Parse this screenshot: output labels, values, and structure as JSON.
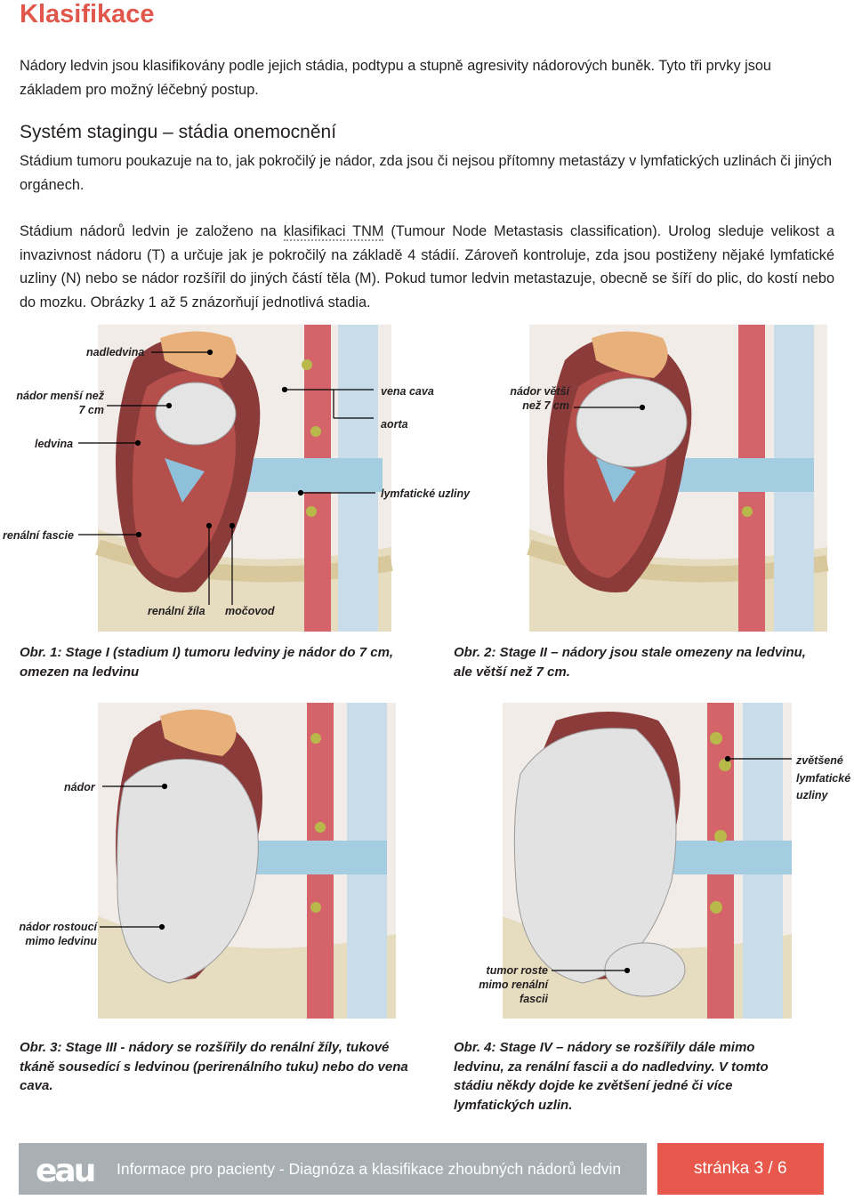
{
  "heading": "Klasifikace",
  "intro": "Nádory ledvin jsou klasifikovány podle jejich stádia, podtypu a stupně agresivity nádorových buněk. Tyto tři prvky jsou základem pro možný léčebný postup.",
  "staging": {
    "title": "Systém stagingu – stádia onemocnění",
    "para1": "Stádium tumoru poukazuje na to, jak pokročilý je nádor, zda jsou či nejsou přítomny metastázy v lymfatických uzlinách či jiných orgánech.",
    "para2_before": "Stádium nádorů ledvin je založeno na ",
    "para2_link": "klasifikaci TNM",
    "para2_after": " (Tumour Node Metastasis classification). Urolog sleduje velikost a invazivnost nádoru (T) a určuje jak je pokročilý na základě 4 stádií. Zároveň kontroluje, zda jsou postiženy nějaké lymfatické uzliny (N) nebo se nádor rozšířil do jiných částí těla (M). Pokud tumor ledvin metastazuje, obecně se šíří do plic, do kostí nebo do mozku. Obrázky 1 až 5 znázorňují jednotlivá stadia."
  },
  "figures": {
    "fig1": {
      "labels": {
        "adrenal": "nadledvina",
        "tumor_small_1": "nádor menší než",
        "tumor_small_2": "7 cm",
        "kidney": "ledvina",
        "vena_cava": "vena cava",
        "aorta": "aorta",
        "lymph": "lymfatické uzliny",
        "fascia": "renální fascie",
        "renal_vein": "renální žíla",
        "ureter": "močovod"
      },
      "caption": "Obr. 1: Stage I (stadium I) tumoru ledviny je nádor do 7 cm, omezen na ledvinu"
    },
    "fig2": {
      "labels": {
        "tumor_large_1": "nádor větší",
        "tumor_large_2": "než 7 cm"
      },
      "caption": "Obr. 2: Stage II – nádory jsou stale omezeny na ledvinu, ale větší než 7 cm."
    },
    "fig3": {
      "labels": {
        "tumor": "nádor",
        "growing_1": "nádor rostoucí",
        "growing_2": "mimo ledvinu"
      },
      "caption": "Obr. 3: Stage III - nádory se rozšířily do renální žíly, tukové tkáně sousedící s ledvinou (perirenálního tuku) nebo do vena cava."
    },
    "fig4": {
      "labels": {
        "enlarged_1": "zvětšené",
        "enlarged_2": "lymfatické",
        "enlarged_3": "uzliny",
        "beyond_1": "tumor roste",
        "beyond_2": "mimo renální",
        "beyond_3": "fascii"
      },
      "caption": "Obr. 4: Stage IV – nádory se rozšířily dále mimo ledvinu, za renální fascii a do nadledviny. V tomto stádiu někdy dojde ke zvětšení jedné či více lymfatických uzlin."
    }
  },
  "footer": {
    "logo": "eau",
    "text": "Informace pro pacienty - Diagnóza a klasifikace zhoubných nádorů ledvin",
    "page": "stránka 3 / 6"
  },
  "colors": {
    "heading": "#e2574c",
    "footer_gray": "#a8b0b3",
    "footer_red": "#e8574b"
  }
}
